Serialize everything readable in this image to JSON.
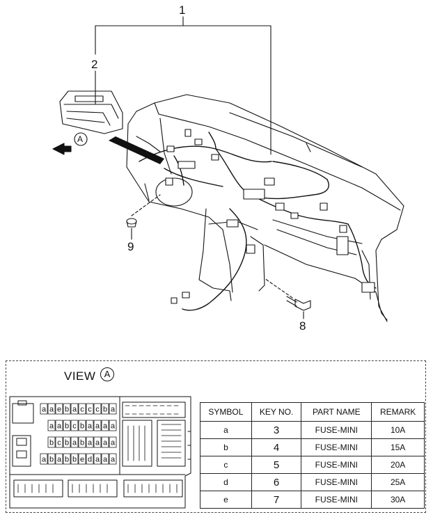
{
  "callouts": {
    "c1": "1",
    "c2": "2",
    "c8": "8",
    "c9": "9",
    "view_marker": "A"
  },
  "view": {
    "title": "VIEW",
    "marker": "A"
  },
  "fuse_box": {
    "rows": [
      [
        "a",
        "a",
        "e",
        "b",
        "a",
        "c",
        "c",
        "c",
        "b",
        "a"
      ],
      [
        "a",
        "a",
        "b",
        "c",
        "b",
        "a",
        "a",
        "a",
        "a"
      ],
      [
        "b",
        "c",
        "b",
        "a",
        "b",
        "a",
        "a",
        "a",
        "a"
      ],
      [
        "a",
        "b",
        "a",
        "b",
        "b",
        "e",
        "d",
        "a",
        "a",
        "a"
      ]
    ]
  },
  "table": {
    "headers": [
      "SYMBOL",
      "KEY NO.",
      "PART NAME",
      "REMARK"
    ],
    "rows": [
      {
        "symbol": "a",
        "key": "3",
        "part": "FUSE-MINI",
        "remark": "10A"
      },
      {
        "symbol": "b",
        "key": "4",
        "part": "FUSE-MINI",
        "remark": "15A"
      },
      {
        "symbol": "c",
        "key": "5",
        "part": "FUSE-MINI",
        "remark": "20A"
      },
      {
        "symbol": "d",
        "key": "6",
        "part": "FUSE-MINI",
        "remark": "25A"
      },
      {
        "symbol": "e",
        "key": "7",
        "part": "FUSE-MINI",
        "remark": "30A"
      }
    ]
  }
}
